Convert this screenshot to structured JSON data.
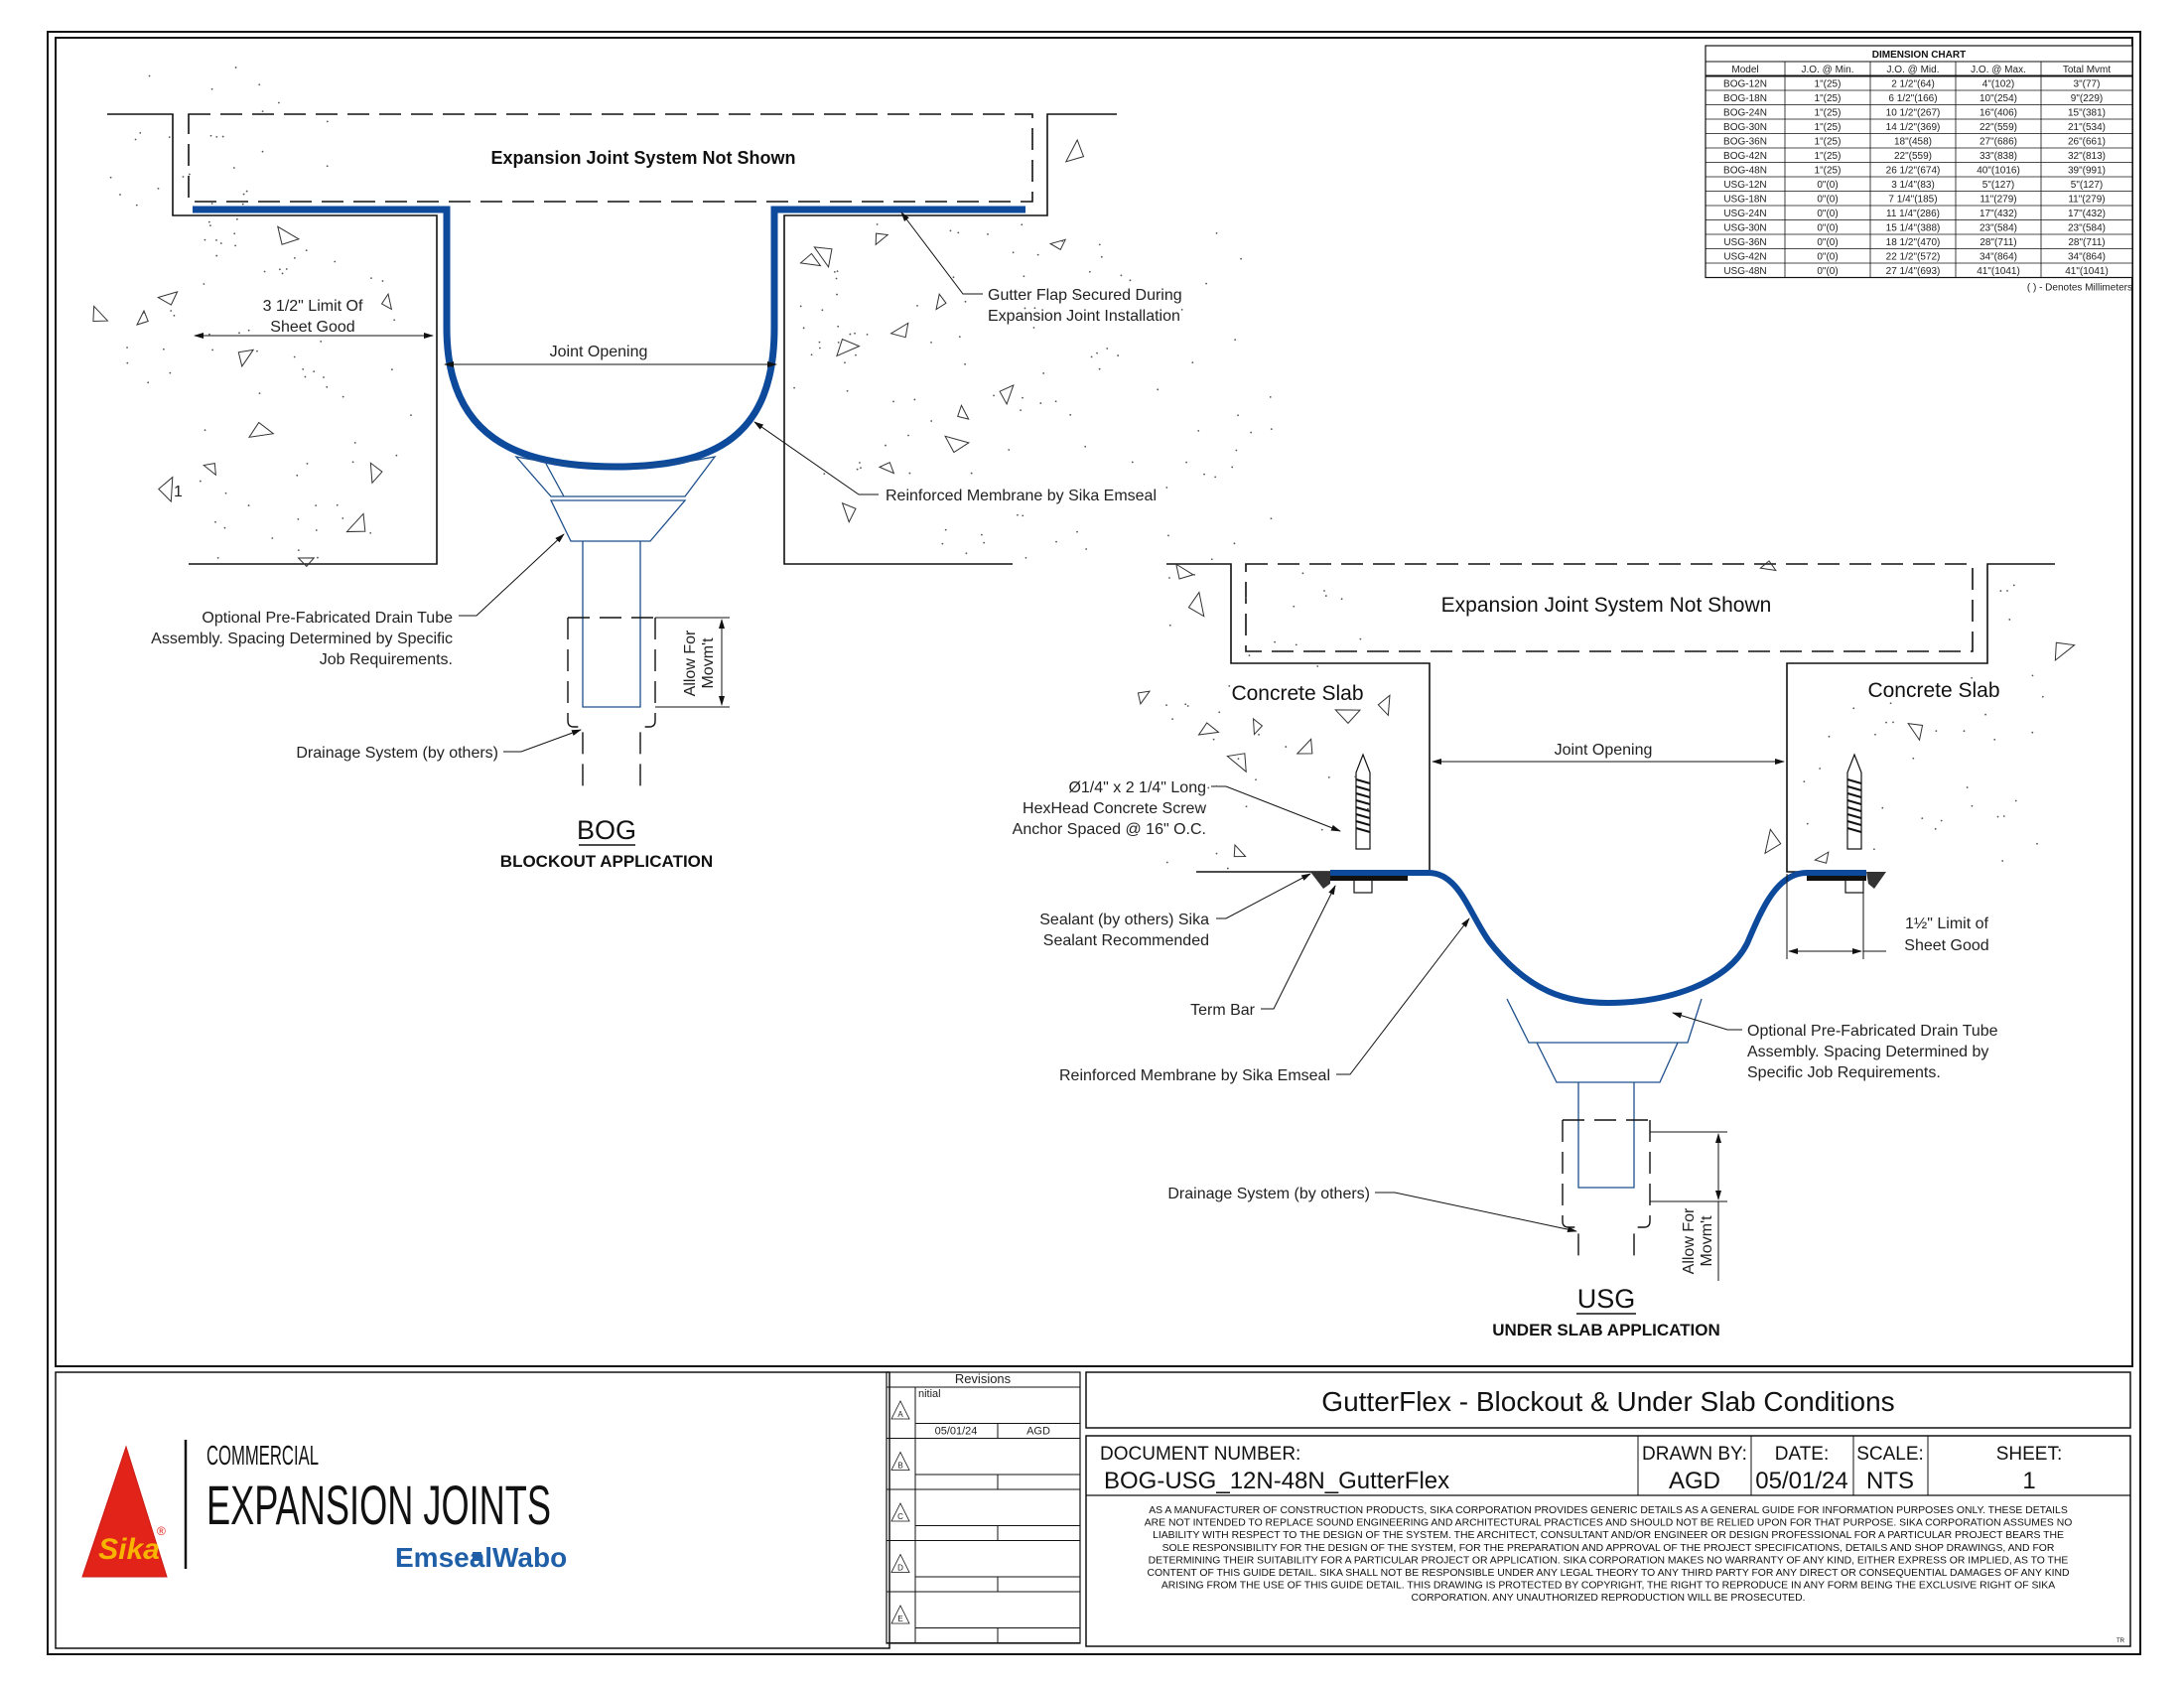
{
  "brand": {
    "logo_text": "Sika",
    "registered": "®",
    "line1": "COMMERCIAL",
    "line2": "EXPANSION JOINTS",
    "sub_left": "Emseal",
    "sub_right": "Wabo",
    "colors": {
      "red": "#e2231a",
      "yellow": "#f7b500",
      "blue": "#1f5fa8"
    }
  },
  "colors": {
    "membrane": "#0d4a9c",
    "drain": "#1e4f8c",
    "line": "#111111"
  },
  "bog": {
    "title": "BOG",
    "subtitle": "BLOCKOUT APPLICATION",
    "system_box": "Expansion Joint System Not Shown",
    "limit_line1": "3 1/2\" Limit Of",
    "limit_line2": "Sheet Good",
    "joint_opening": "Joint Opening",
    "gutter_flap_1": "Gutter Flap Secured During",
    "gutter_flap_2": "Expansion Joint Installation",
    "membrane": "Reinforced Membrane by Sika Emseal",
    "drain_tube_1": "Optional Pre-Fabricated Drain Tube",
    "drain_tube_2": "Assembly. Spacing Determined by Specific",
    "drain_tube_3": "Job Requirements.",
    "allow_1": "Allow For",
    "allow_2": "Movm't",
    "drainage": "Drainage System (by others)",
    "stray_mark": "1"
  },
  "usg": {
    "title": "USG",
    "subtitle": "UNDER SLAB APPLICATION",
    "system_box": "Expansion Joint System Not Shown",
    "slab_left": "Concrete Slab",
    "slab_right": "Concrete Slab",
    "joint_opening": "Joint Opening",
    "screw_1": "Ø1/4\" x 2 1/4\" Long",
    "screw_2": "HexHead Concrete Screw",
    "screw_3": "Anchor Spaced @ 16\" O.C.",
    "sealant_1": "Sealant (by others) Sika",
    "sealant_2": "Sealant Recommended",
    "term_bar": "Term Bar",
    "membrane": "Reinforced Membrane by Sika Emseal",
    "limit_1": "1½\" Limit of",
    "limit_2": "Sheet Good",
    "drain_tube_1": "Optional Pre-Fabricated Drain Tube",
    "drain_tube_2": "Assembly. Spacing Determined by",
    "drain_tube_3": "Specific Job Requirements.",
    "drainage": "Drainage System (by others)",
    "allow_1": "Allow For",
    "allow_2": "Movm't"
  },
  "dimension_chart": {
    "title": "DIMENSION CHART",
    "headers": [
      "Model",
      "J.O. @ Min.",
      "J.O. @ Mid.",
      "J.O. @ Max.",
      "Total Mvmt"
    ],
    "rows": [
      [
        "BOG-12N",
        "1\"(25)",
        "2 1/2\"(64)",
        "4\"(102)",
        "3\"(77)"
      ],
      [
        "BOG-18N",
        "1\"(25)",
        "6 1/2\"(166)",
        "10\"(254)",
        "9\"(229)"
      ],
      [
        "BOG-24N",
        "1\"(25)",
        "10 1/2\"(267)",
        "16\"(406)",
        "15\"(381)"
      ],
      [
        "BOG-30N",
        "1\"(25)",
        "14 1/2\"(369)",
        "22\"(559)",
        "21\"(534)"
      ],
      [
        "BOG-36N",
        "1\"(25)",
        "18\"(458)",
        "27\"(686)",
        "26\"(661)"
      ],
      [
        "BOG-42N",
        "1\"(25)",
        "22\"(559)",
        "33\"(838)",
        "32\"(813)"
      ],
      [
        "BOG-48N",
        "1\"(25)",
        "26 1/2\"(674)",
        "40\"(1016)",
        "39\"(991)"
      ],
      [
        "USG-12N",
        "0\"(0)",
        "3 1/4\"(83)",
        "5\"(127)",
        "5\"(127)"
      ],
      [
        "USG-18N",
        "0\"(0)",
        "7 1/4\"(185)",
        "11\"(279)",
        "11\"(279)"
      ],
      [
        "USG-24N",
        "0\"(0)",
        "11 1/4\"(286)",
        "17\"(432)",
        "17\"(432)"
      ],
      [
        "USG-30N",
        "0\"(0)",
        "15 1/4\"(388)",
        "23\"(584)",
        "23\"(584)"
      ],
      [
        "USG-36N",
        "0\"(0)",
        "18 1/2\"(470)",
        "28\"(711)",
        "28\"(711)"
      ],
      [
        "USG-42N",
        "0\"(0)",
        "22 1/2\"(572)",
        "34\"(864)",
        "34\"(864)"
      ],
      [
        "USG-48N",
        "0\"(0)",
        "27 1/4\"(693)",
        "41\"(1041)",
        "41\"(1041)"
      ]
    ],
    "footnote": "( ) - Denotes Millimeters"
  },
  "revisions": {
    "title": "Revisions",
    "rows": [
      {
        "mark": "A",
        "desc": "nitial",
        "date": "05/01/24",
        "by": "AGD"
      },
      {
        "mark": "B",
        "desc": "",
        "date": "",
        "by": ""
      },
      {
        "mark": "C",
        "desc": "",
        "date": "",
        "by": ""
      },
      {
        "mark": "D",
        "desc": "",
        "date": "",
        "by": ""
      },
      {
        "mark": "E",
        "desc": "",
        "date": "",
        "by": ""
      }
    ]
  },
  "title_block": {
    "title": "GutterFlex - Blockout & Under Slab Conditions",
    "doc_label": "DOCUMENT NUMBER:",
    "doc_value": "BOG-USG_12N-48N_GutterFlex",
    "drawn_label": "DRAWN BY:",
    "drawn_value": "AGD",
    "date_label": "DATE:",
    "date_value": "05/01/24",
    "scale_label": "SCALE:",
    "scale_value": "NTS",
    "sheet_label": "SHEET:",
    "sheet_value": "1",
    "disclaimer": [
      "AS A MANUFACTURER OF CONSTRUCTION PRODUCTS, SIKA CORPORATION PROVIDES GENERIC DETAILS AS A GENERAL GUIDE FOR INFORMATION PURPOSES ONLY. THESE DETAILS",
      "ARE NOT INTENDED TO REPLACE SOUND ENGINEERING AND ARCHITECTURAL PRACTICES AND SHOULD NOT BE RELIED UPON FOR THAT PURPOSE. SIKA CORPORATION ASSUMES NO",
      "LIABILITY WITH RESPECT TO THE DESIGN OF THE SYSTEM. THE ARCHITECT, CONSULTANT AND/OR ENGINEER OR DESIGN PROFESSIONAL FOR A PARTICULAR PROJECT BEARS THE",
      "SOLE RESPONSIBILITY FOR THE DESIGN OF THE SYSTEM, FOR THE PREPARATION AND APPROVAL OF THE PROJECT SPECIFICATIONS, DETAILS AND SHOP DRAWINGS, AND FOR",
      "DETERMINING THEIR SUITABILITY FOR A PARTICULAR PROJECT OR APPLICATION. SIKA CORPORATION MAKES NO WARRANTY OF ANY KIND, EITHER EXPRESS OR IMPLIED, AS TO THE",
      "CONTENT OF THIS GUIDE DETAIL. SIKA SHALL NOT BE RESPONSIBLE UNDER ANY LEGAL THEORY TO ANY THIRD PARTY FOR ANY DIRECT OR CONSEQUENTIAL DAMAGES OF ANY KIND",
      "ARISING FROM THE USE OF THIS GUIDE DETAIL. THIS DRAWING IS PROTECTED BY COPYRIGHT, THE RIGHT TO REPRODUCE IN ANY FORM BEING THE EXCLUSIVE RIGHT OF SIKA",
      "CORPORATION. ANY UNAUTHORIZED REPRODUCTION WILL BE PROSECUTED."
    ],
    "corner_mark": "TR"
  }
}
